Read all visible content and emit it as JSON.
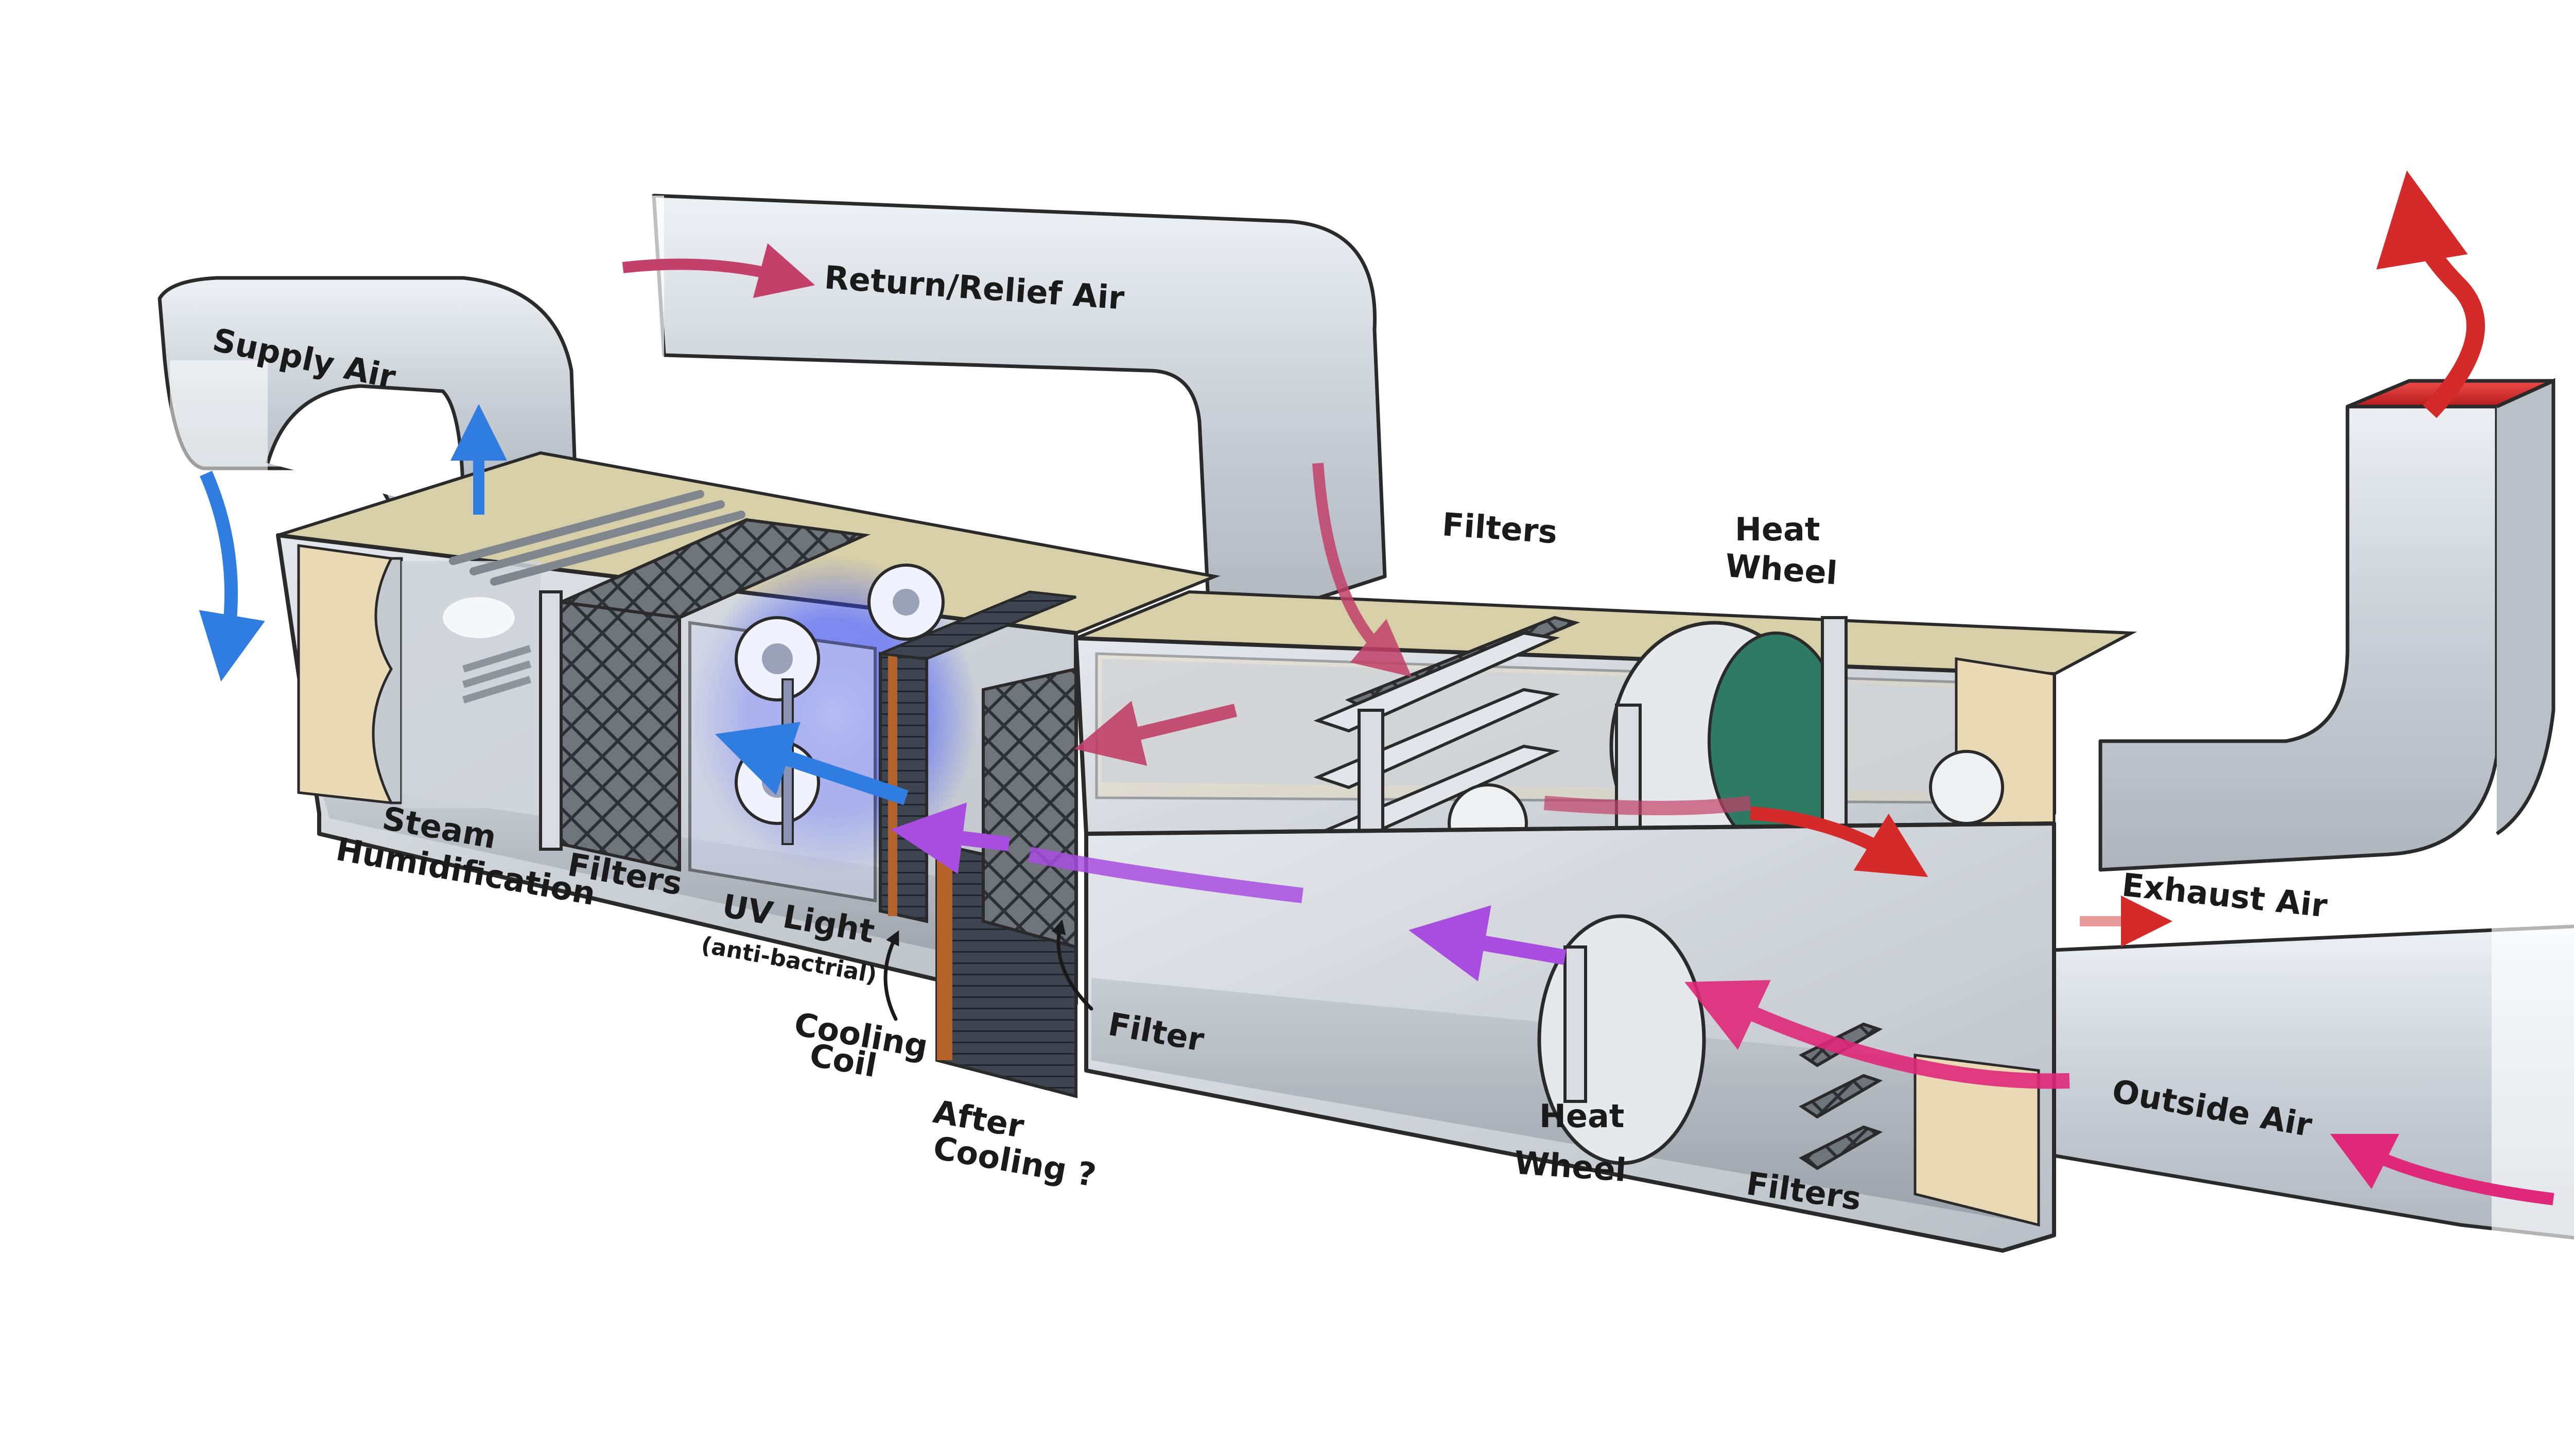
{
  "labels": {
    "supply_air": "Supply Air",
    "return_relief_air": "Return/Relief Air",
    "filters_upper": "Filters",
    "heat_wheel_upper_1": "Heat",
    "heat_wheel_upper_2": "Wheel",
    "steam_humidification_1": "Steam",
    "steam_humidification_2": "Humidification",
    "filters_left": "Filters",
    "uv_light": "UV Light",
    "anti_bacterial": "(anti-bactrial)",
    "cooling_coil_1": "Cooling",
    "cooling_coil_2": "Coil",
    "after_cooling_1": "After",
    "after_cooling_2": "Cooling ?",
    "filter": "Filter",
    "heat_wheel_lower_1": "Heat",
    "heat_wheel_lower_2": "Wheel",
    "filters_lower": "Filters",
    "exhaust_air": "Exhaust Air",
    "outside_air": "Outside Air"
  },
  "colors": {
    "supply_arrow": "#2f7de1",
    "return_arrow": "#c2406a",
    "exhaust_arrow": "#d42a2a",
    "outside_arrow": "#e0287a",
    "transfer_arrow": "#a84de0",
    "uv_glow": "#3b4bff",
    "insulation": "#e9d9b4",
    "heat_wheel_face": "#2f7a62"
  },
  "icons": {
    "person": "person-silhouette-icon",
    "fan": "fan-icon"
  }
}
